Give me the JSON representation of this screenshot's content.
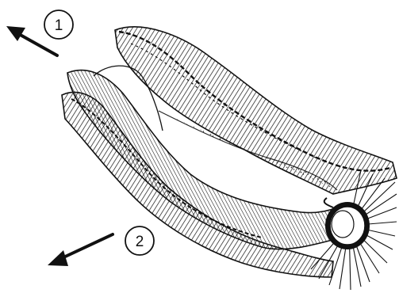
{
  "callouts": [
    {
      "number": "1",
      "direction": "up-left"
    },
    {
      "number": "2",
      "direction": "down-left"
    }
  ],
  "colors": {
    "ink": "#111111",
    "background": "#ffffff"
  },
  "parts": {
    "upper_band": "hatched-strip",
    "lower_band": "hatched-strip",
    "connector": "thin-strand",
    "hub": "ring-with-bristles"
  }
}
